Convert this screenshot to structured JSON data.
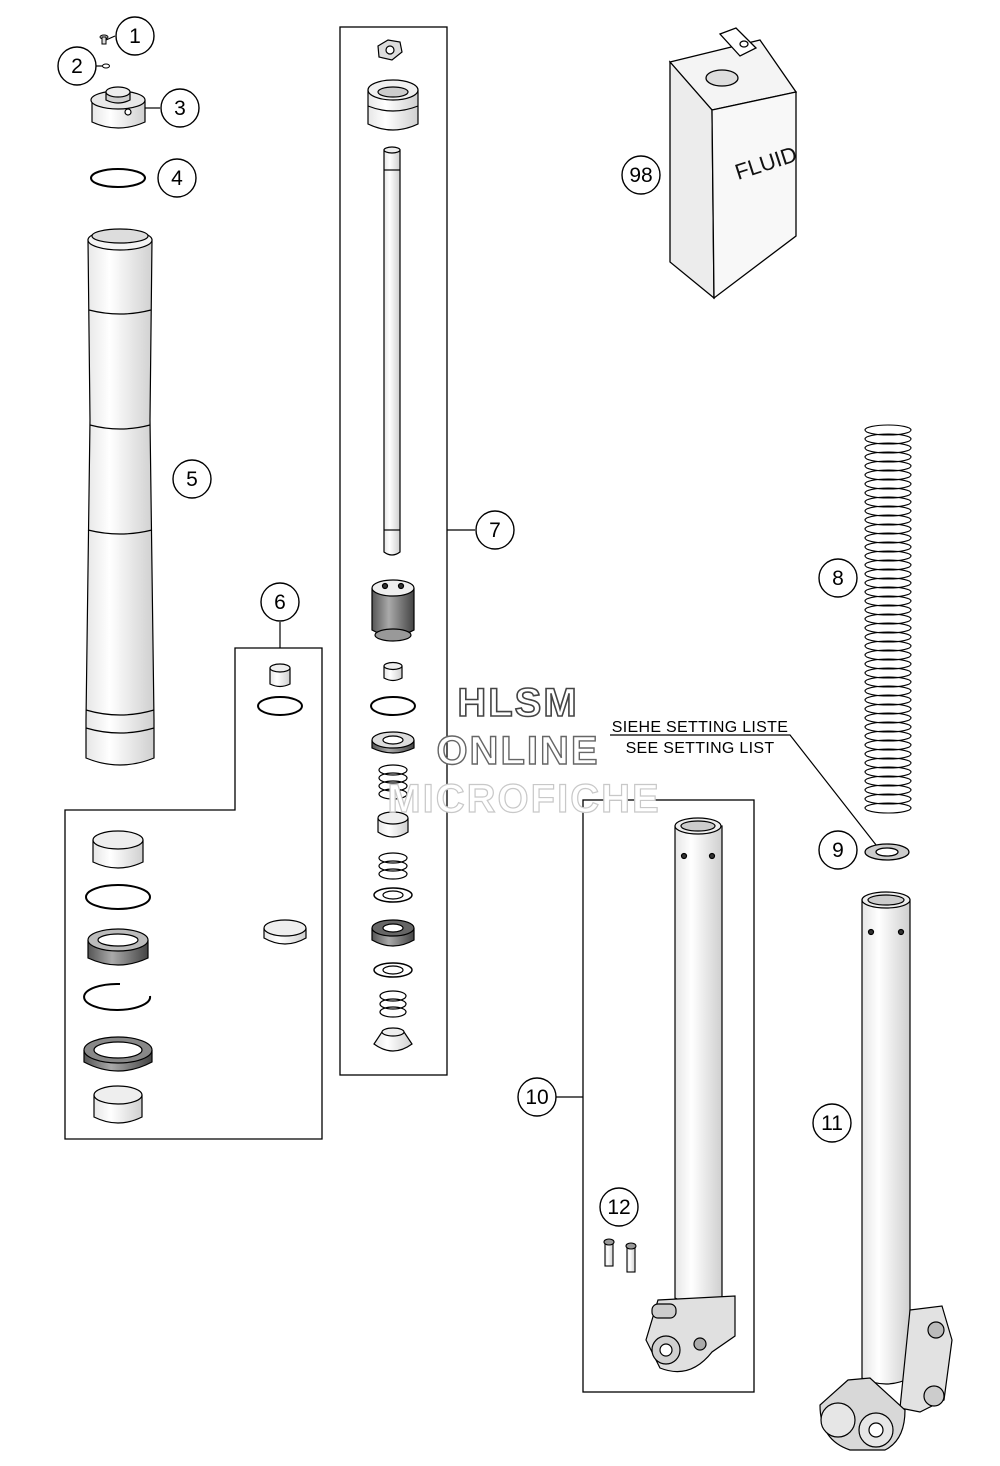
{
  "callouts": {
    "c1": "1",
    "c2": "2",
    "c3": "3",
    "c4": "4",
    "c5": "5",
    "c6": "6",
    "c7": "7",
    "c8": "8",
    "c9": "9",
    "c10": "10",
    "c11": "11",
    "c12": "12",
    "c98": "98"
  },
  "note": {
    "line1": "SIEHE SETTING LISTE",
    "line2": "SEE SETTING LIST"
  },
  "can_label": "FLUID",
  "watermark": {
    "line1": "HLSM",
    "line2": "ONLINE",
    "line3": "MICROFICHE"
  }
}
